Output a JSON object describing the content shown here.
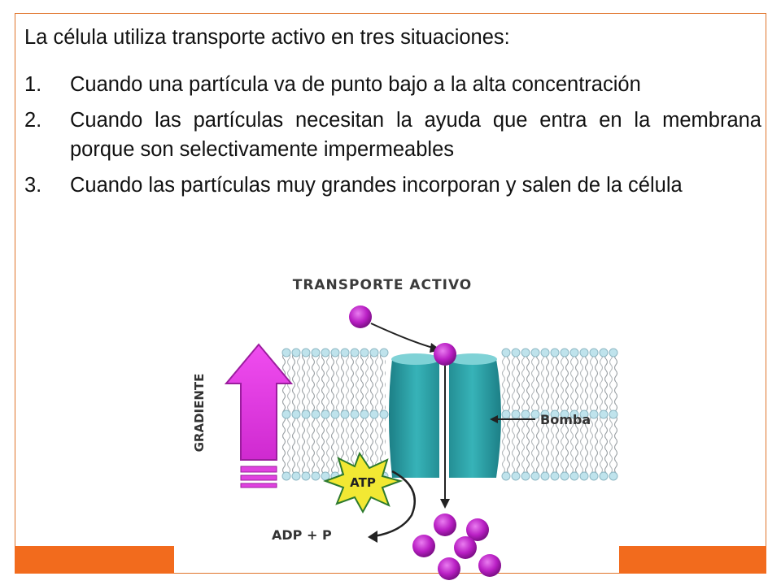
{
  "slide": {
    "intro": "La célula utiliza transporte activo en tres situaciones:",
    "items": [
      {
        "number": "1.",
        "text": "Cuando una partícula va de punto bajo a la alta concentración"
      },
      {
        "number": "2.",
        "text": "Cuando las partículas necesitan la ayuda que entra en la membrana porque son selectivamente impermeables"
      },
      {
        "number": "3.",
        "text": "Cuando las partículas muy grandes incorporan y salen de la célula"
      }
    ]
  },
  "figure": {
    "title": "TRANSPORTE ACTIVO",
    "gradient_label": "GRADIENTE",
    "pump_label": "Bomba",
    "atp_label": "ATP",
    "adp_label": "ADP + P"
  },
  "colors": {
    "accent": "#f26b1d",
    "frame_border": "#e0742a",
    "particle": "#b91fc4",
    "gradient_arrow": "#e636e6",
    "pump": "#2a9ea4",
    "atp_star": "#f2e833"
  }
}
